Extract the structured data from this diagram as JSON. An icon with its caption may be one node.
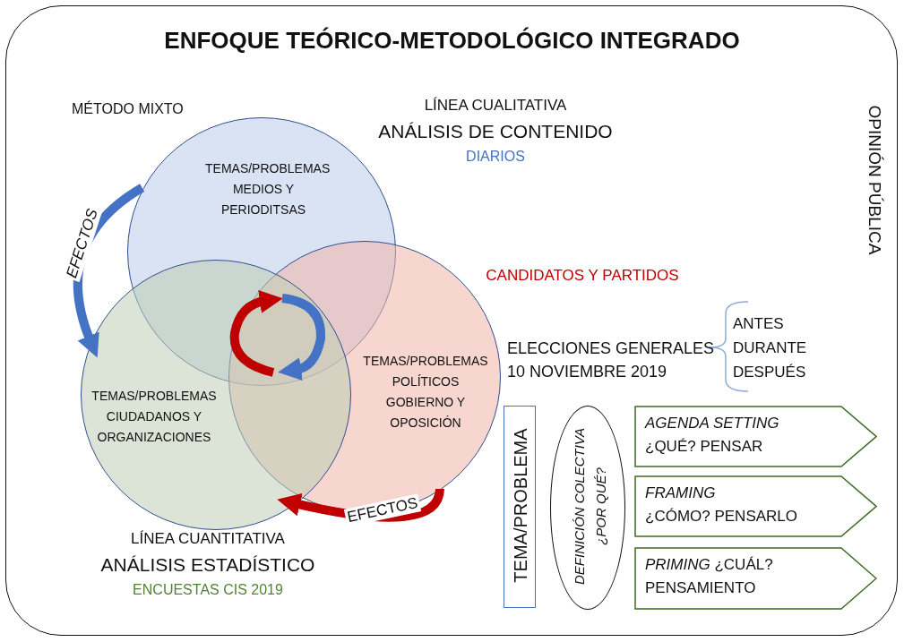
{
  "diagram": {
    "title": "ENFOQUE TEÓRICO-METODOLÓGICO INTEGRADO",
    "nodes": [
      {
        "text": [
          "OPINIÓN PÚBLICA"
        ]
      },
      {
        "text": [
          "TEMAS/PROBLEMAS MEDIOS Y PERIODITSAS"
        ],
        "beside": [
          "LÍNEA CUALITATIVA",
          "ANÁLISIS DE CONTENIDO",
          "DIARIOS"
        ],
        "in": 0
      },
      {
        "text": [
          "TEMAS/PROBLEMAS POLÍTICOS GOBIERNO Y OPOSICIÓN"
        ],
        "beside": [
          "CANDIDATOS Y PARTIDOS"
        ],
        "in": 0
      },
      {
        "text": [
          "TEMAS/PROBLEMAS CIUDADANOS Y ORGANIZACIONES"
        ],
        "beside": [
          "LÍNEA CUANTITATIVA",
          "ANÁLISIS ESTADÍSTICO",
          "ENCUESTAS CIS 2019"
        ],
        "in": 0
      },
      {
        "text": [
          "TEMA/PROBLEMA"
        ],
        "in": 0
      },
      {
        "text": [
          "DEFINICIÓN COLECTIVA",
          "¿POR QUÉ?"
        ],
        "in": 0
      },
      {
        "text": [
          "AGENDA SETTING",
          "¿QUÉ? PENSAR"
        ],
        "in": 0
      },
      {
        "text": [
          "FRAMING",
          "¿CÓMO? PENSARLO"
        ],
        "in": 0
      },
      {
        "text": [
          "*PRIMING* ¿CUÁL? PENSAMIENTO"
        ],
        "in": 0
      }
    ],
    "edges": [
      {
        "from": 1,
        "to": 3,
        "arrow": "to",
        "label": "EFECTOS",
        "color": "#4472c4"
      },
      {
        "from": 2,
        "to": 3,
        "arrow": "to",
        "label": "EFECTOS",
        "color": "#c00000"
      }
    ],
    "labels": [
      "MÉTODO MIXTO",
      "ELECCIONES GENERALES 10 NOVIEMBRE 2019",
      "ANTES",
      "DURANTE",
      "DESPUÉS"
    ]
  }
}
